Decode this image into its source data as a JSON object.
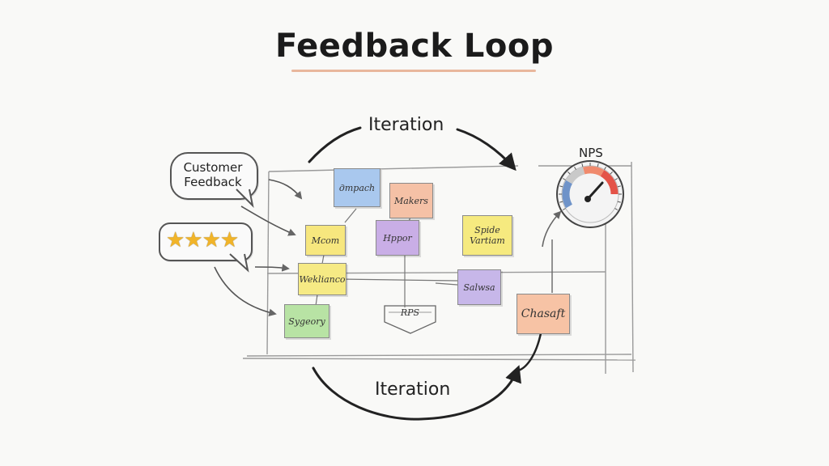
{
  "title": "Feedback Loop",
  "labels": {
    "iteration_top": "Iteration",
    "iteration_bottom": "Iteration",
    "nps": "NPS"
  },
  "bubbles": {
    "customer_feedback": "Customer Feedback"
  },
  "notes": [
    {
      "text": "дmpach",
      "color": "#a9c8ee"
    },
    {
      "text": "Makers",
      "color": "#f5c1a6"
    },
    {
      "text": "Mcom",
      "color": "#f7e77e"
    },
    {
      "text": "Hppor",
      "color": "#c9aee6"
    },
    {
      "text": "Spide Vartiam",
      "color": "#f6ea7f"
    },
    {
      "text": "Weklianco",
      "color": "#f6ea84"
    },
    {
      "text": "Salwsa",
      "color": "#c7b7e9"
    },
    {
      "text": "Sygeory",
      "color": "#b8e3a4"
    },
    {
      "text": "Chasaft",
      "color": "#f7c3a5"
    }
  ],
  "center_box": "RPS",
  "rating": {
    "stars": 4
  },
  "colors": {
    "gauge_blue": "#6f93c9",
    "gauge_gray": "#c9c9c9",
    "gauge_salmon": "#f08a6d",
    "gauge_red": "#e45348"
  }
}
